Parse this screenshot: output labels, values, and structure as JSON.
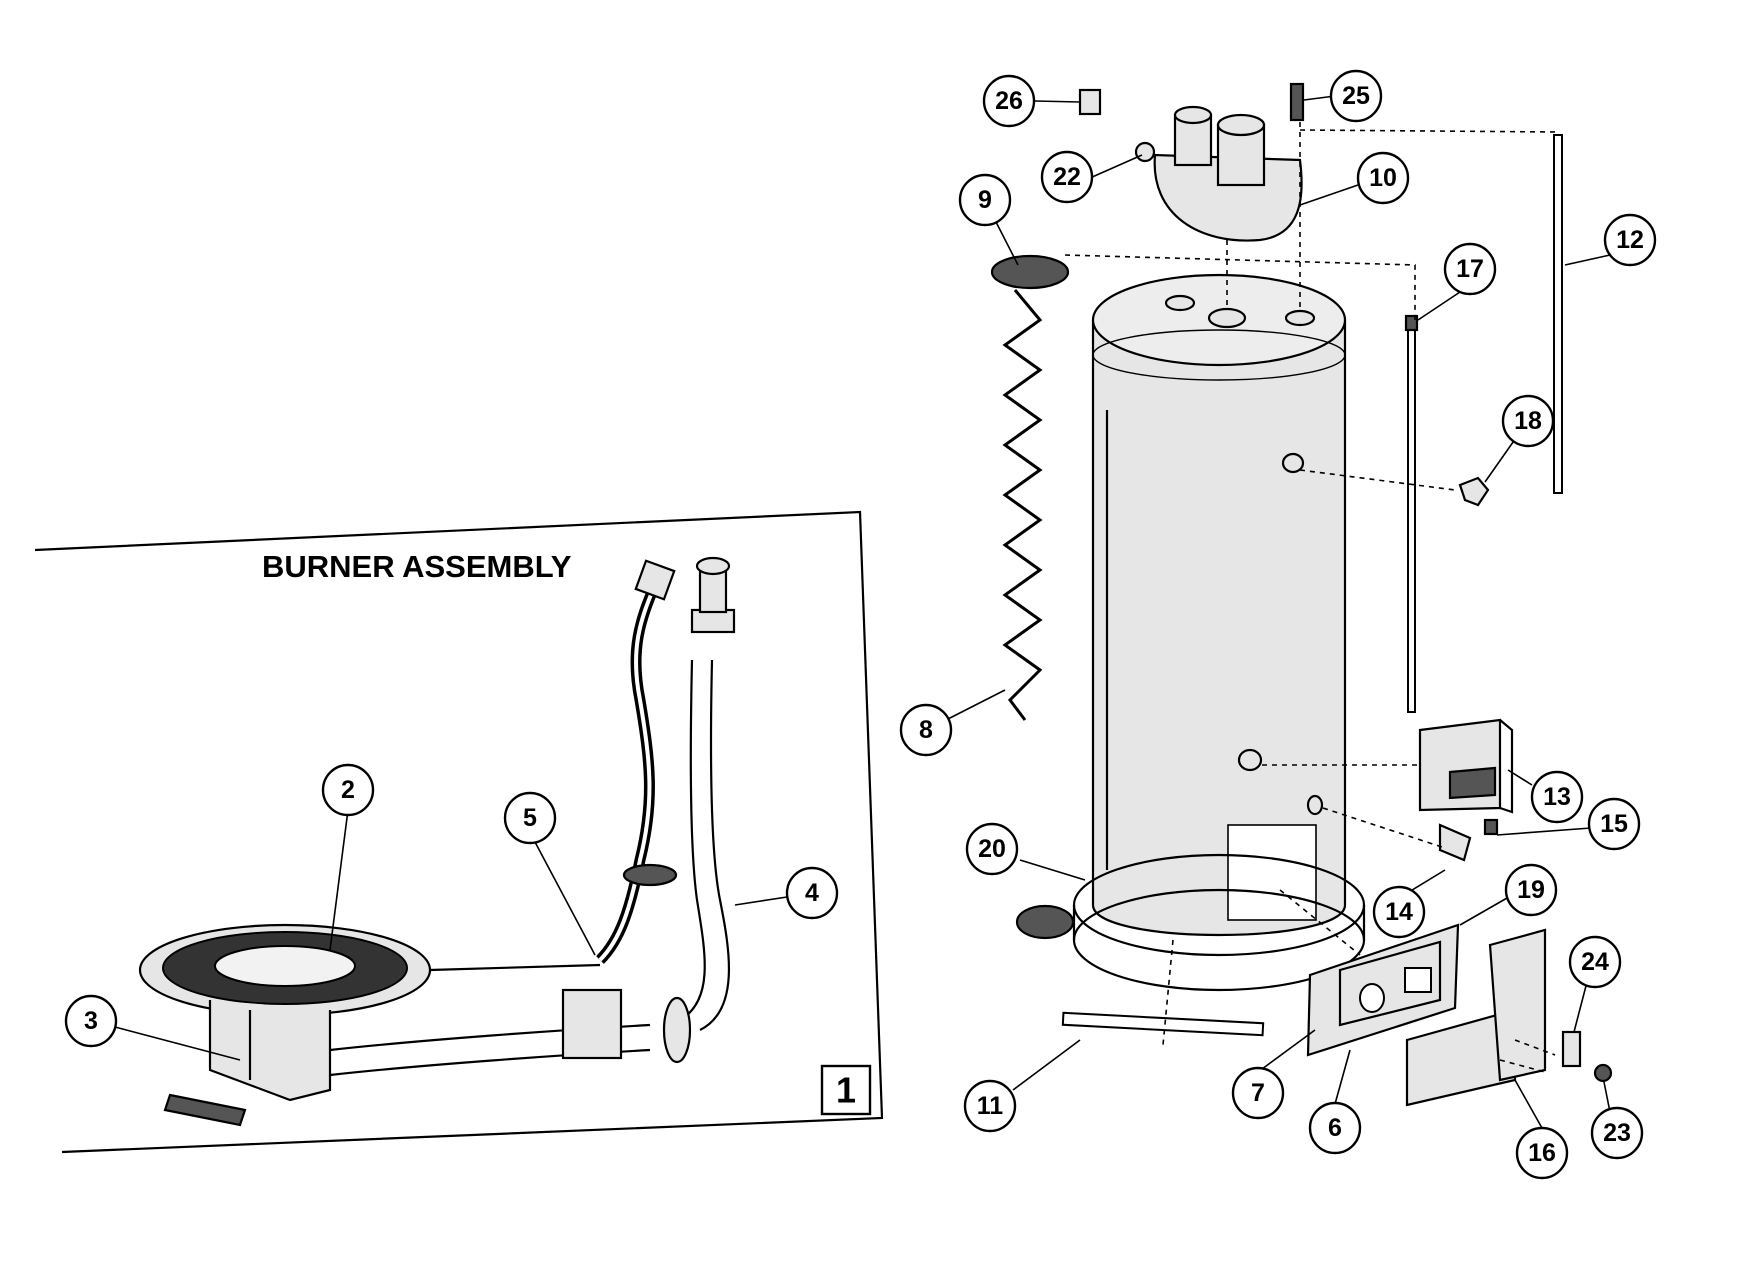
{
  "inset": {
    "title": "BURNER ASSEMBLY",
    "number": "1"
  },
  "callouts": [
    {
      "id": "2",
      "label": "2"
    },
    {
      "id": "3",
      "label": "3"
    },
    {
      "id": "4",
      "label": "4"
    },
    {
      "id": "5",
      "label": "5"
    },
    {
      "id": "6",
      "label": "6"
    },
    {
      "id": "7",
      "label": "7"
    },
    {
      "id": "8",
      "label": "8"
    },
    {
      "id": "9",
      "label": "9"
    },
    {
      "id": "10",
      "label": "10"
    },
    {
      "id": "11",
      "label": "11"
    },
    {
      "id": "12",
      "label": "12"
    },
    {
      "id": "13",
      "label": "13"
    },
    {
      "id": "14",
      "label": "14"
    },
    {
      "id": "15",
      "label": "15"
    },
    {
      "id": "16",
      "label": "16"
    },
    {
      "id": "17",
      "label": "17"
    },
    {
      "id": "18",
      "label": "18"
    },
    {
      "id": "19",
      "label": "19"
    },
    {
      "id": "20",
      "label": "20"
    },
    {
      "id": "22",
      "label": "22"
    },
    {
      "id": "23",
      "label": "23"
    },
    {
      "id": "24",
      "label": "24"
    },
    {
      "id": "25",
      "label": "25"
    },
    {
      "id": "26",
      "label": "26"
    }
  ]
}
